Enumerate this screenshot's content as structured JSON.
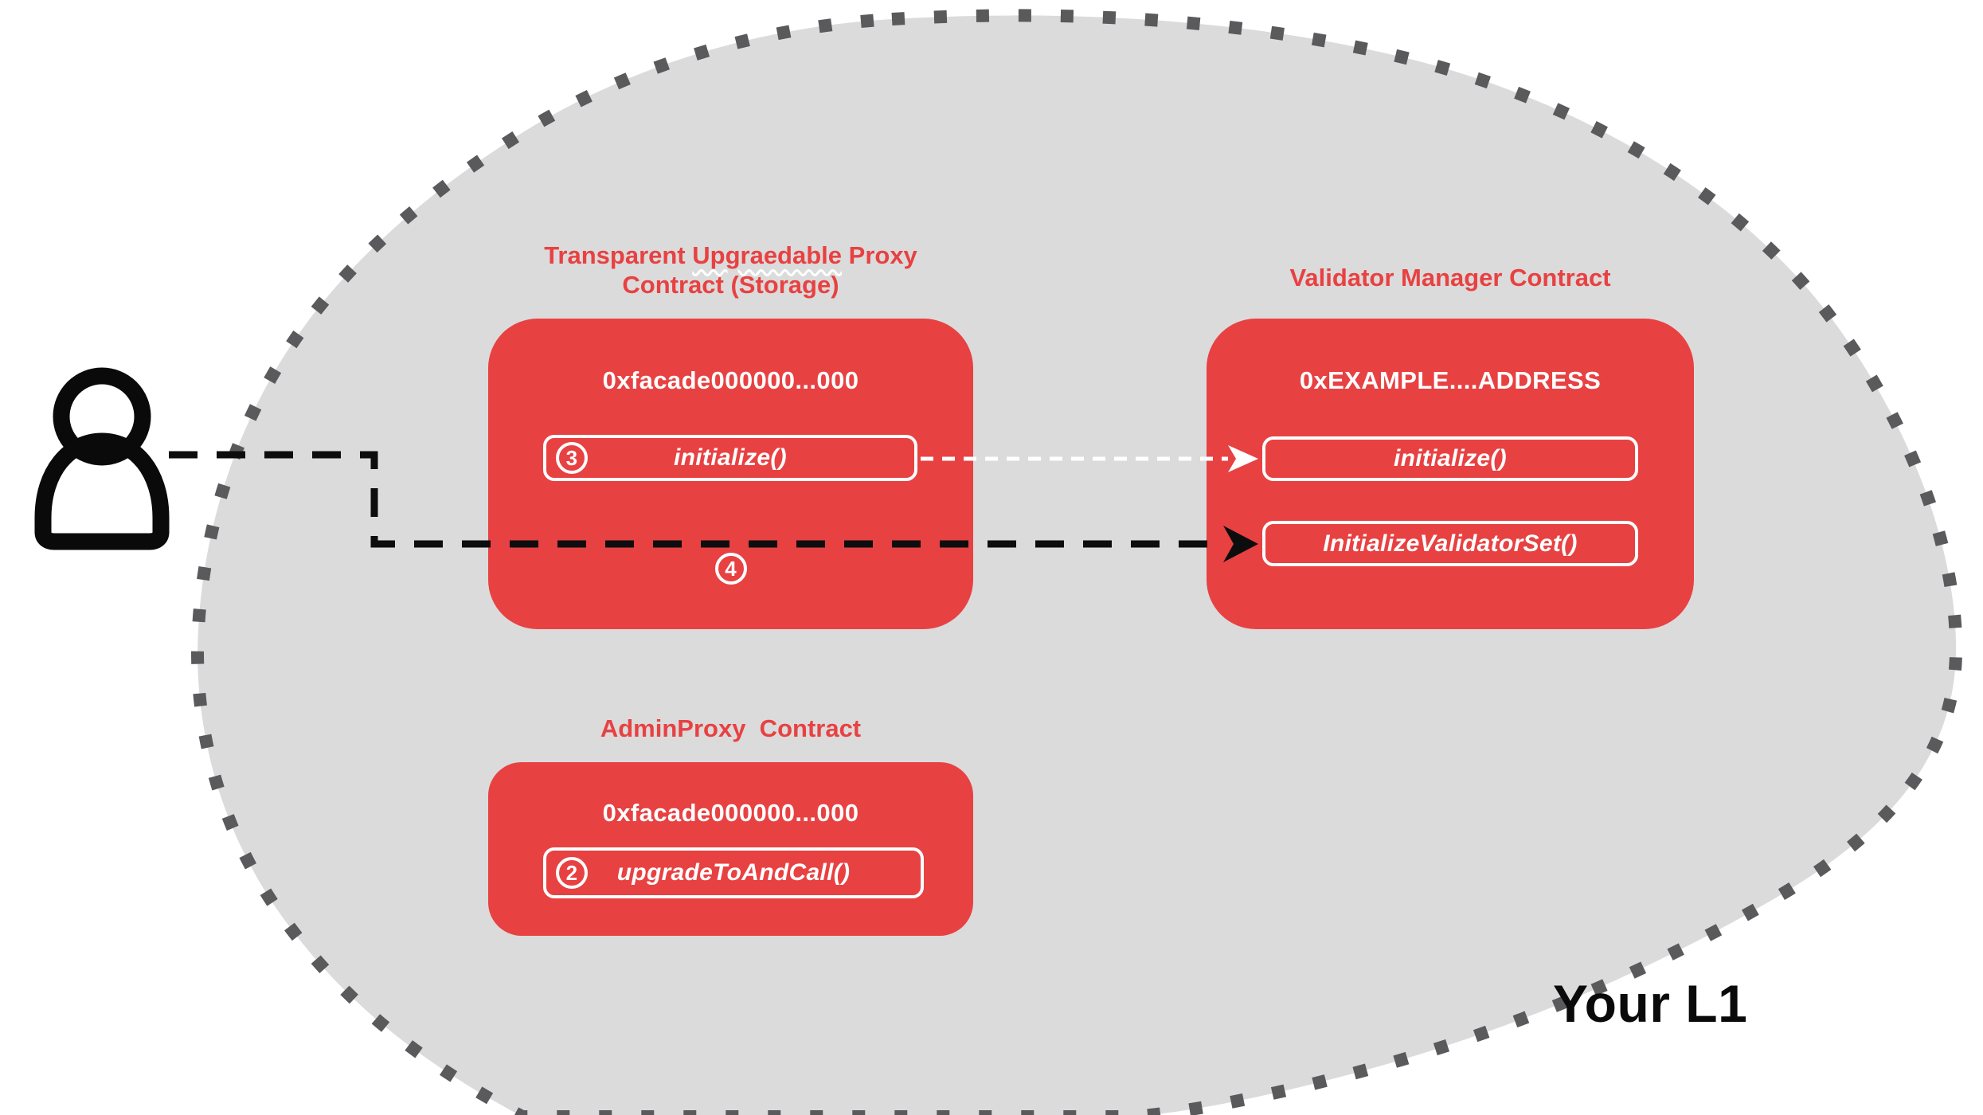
{
  "l1": {
    "label": "Your L1"
  },
  "colors": {
    "contract_red": "#e84142",
    "region_gray": "#dbdbdb",
    "dot_border_gray": "#5a5a5c",
    "flow_black": "#0d0d0d",
    "text_white": "#ffffff"
  },
  "actor": {
    "icon": "user-person-icon"
  },
  "proxy": {
    "title_prefix": "Transparent ",
    "title_word": "Upgraedable",
    "title_suffix": " Proxy",
    "title_line2": "Contract (Storage)",
    "address": "0xfacade000000...000",
    "method": "initialize()",
    "method_step": "3",
    "step_below": "4"
  },
  "validator": {
    "title": "Validator Manager Contract",
    "address": "0xEXAMPLE....ADDRESS",
    "method_initialize": "initialize()",
    "method_init_validator_set": "InitializeValidatorSet()"
  },
  "admin": {
    "title": "AdminProxy  Contract",
    "address": "0xfacade000000...000",
    "method": "upgradeToAndCall()",
    "method_step": "2"
  }
}
